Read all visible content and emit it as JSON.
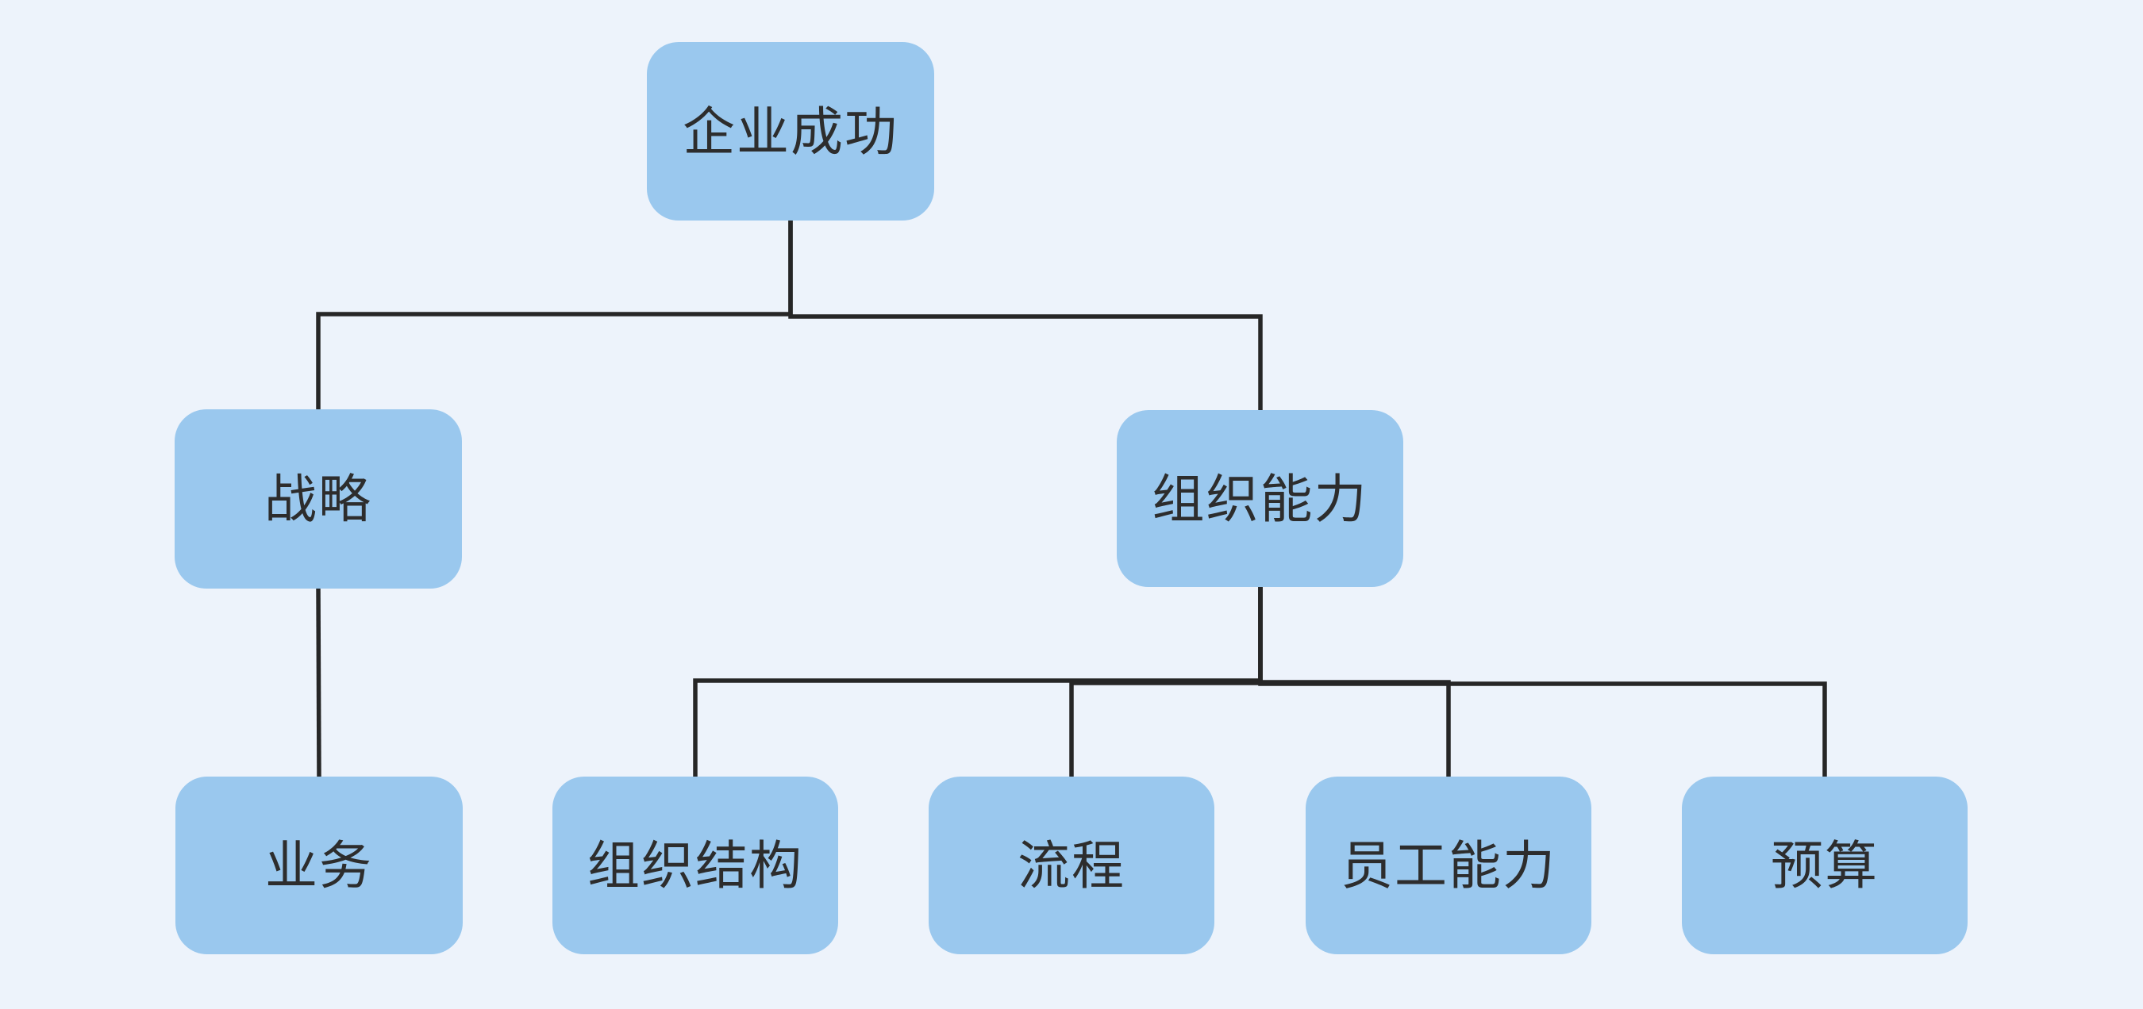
{
  "diagram": {
    "type": "tree",
    "background_color": "#EDF3FB",
    "node_fill_color": "#9AC8EE",
    "connector_color": "#262626",
    "text_color": "#2D2D2D",
    "nodes": {
      "root": {
        "label": "企业成功"
      },
      "strategy": {
        "label": "战略"
      },
      "org_capability": {
        "label": "组织能力"
      },
      "business": {
        "label": "业务"
      },
      "org_structure": {
        "label": "组织结构"
      },
      "process": {
        "label": "流程"
      },
      "staff_capability": {
        "label": "员工能力"
      },
      "budget": {
        "label": "预算"
      }
    },
    "edges": [
      {
        "from": "root",
        "to": "strategy"
      },
      {
        "from": "root",
        "to": "org_capability"
      },
      {
        "from": "strategy",
        "to": "business"
      },
      {
        "from": "org_capability",
        "to": "org_structure"
      },
      {
        "from": "org_capability",
        "to": "process"
      },
      {
        "from": "org_capability",
        "to": "staff_capability"
      },
      {
        "from": "org_capability",
        "to": "budget"
      }
    ]
  }
}
